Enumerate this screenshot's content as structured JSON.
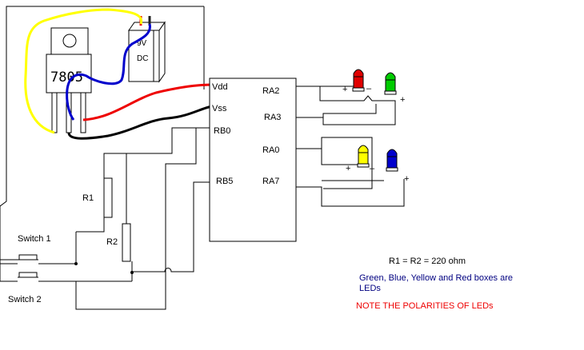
{
  "regulator": {
    "label": "7805"
  },
  "battery": {
    "voltage": "9V",
    "type": "DC"
  },
  "mcu": {
    "pins_left": [
      "Vdd",
      "Vss",
      "RB0",
      "RB5"
    ],
    "pins_right": [
      "RA2",
      "RA3",
      "RA0",
      "RA7"
    ]
  },
  "resistors": [
    "R1",
    "R2"
  ],
  "switches": [
    "Switch 1",
    "Switch 2"
  ],
  "leds": [
    {
      "color": "#e00000",
      "name": "red"
    },
    {
      "color": "#00cc00",
      "name": "green"
    },
    {
      "color": "#ffff00",
      "name": "yellow"
    },
    {
      "color": "#0000cc",
      "name": "blue"
    }
  ],
  "polarity": {
    "plus": "+",
    "minus": "–"
  },
  "wire_colors": {
    "yellow": "#ffff00",
    "blue": "#0000cc",
    "red": "#ee0000",
    "black": "#000000"
  },
  "notes": {
    "resistor_value": "R1 = R2 = 220 ohm",
    "led_note": "Green, Blue, Yellow and Red boxes are LEDs",
    "polarity_note": "NOTE THE POLARITIES OF LEDs"
  },
  "note_colors": {
    "resistor_value": "#000000",
    "led_note": "#000080",
    "polarity_note": "#ee0000"
  }
}
